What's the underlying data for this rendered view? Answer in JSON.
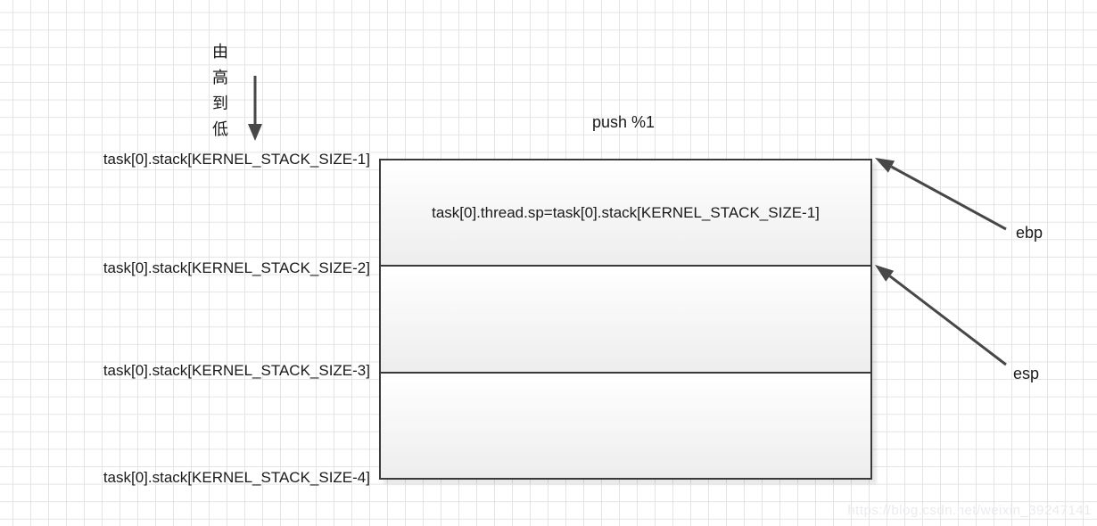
{
  "diagram": {
    "direction_note": "由高到低",
    "instruction_label": "push %1",
    "stack_labels": [
      "task[0].stack[KERNEL_STACK_SIZE-1]",
      "task[0].stack[KERNEL_STACK_SIZE-2]",
      "task[0].stack[KERNEL_STACK_SIZE-3]",
      "task[0].stack[KERNEL_STACK_SIZE-4]"
    ],
    "stack_cells": [
      {
        "content": "task[0].thread.sp=task[0].stack[KERNEL_STACK_SIZE-1]"
      },
      {
        "content": ""
      },
      {
        "content": ""
      }
    ],
    "register_pointers": [
      {
        "name": "ebp"
      },
      {
        "name": "esp"
      }
    ],
    "watermark": "https://blog.csdn.net/weixin_39247141",
    "colors": {
      "line": "#474747",
      "box_border": "#3a3a3a",
      "grid_line": "#e4e4e4",
      "text": "#1a1a1a",
      "cell_fill_top": "#ffffff",
      "cell_fill_bottom": "#ededed"
    }
  }
}
